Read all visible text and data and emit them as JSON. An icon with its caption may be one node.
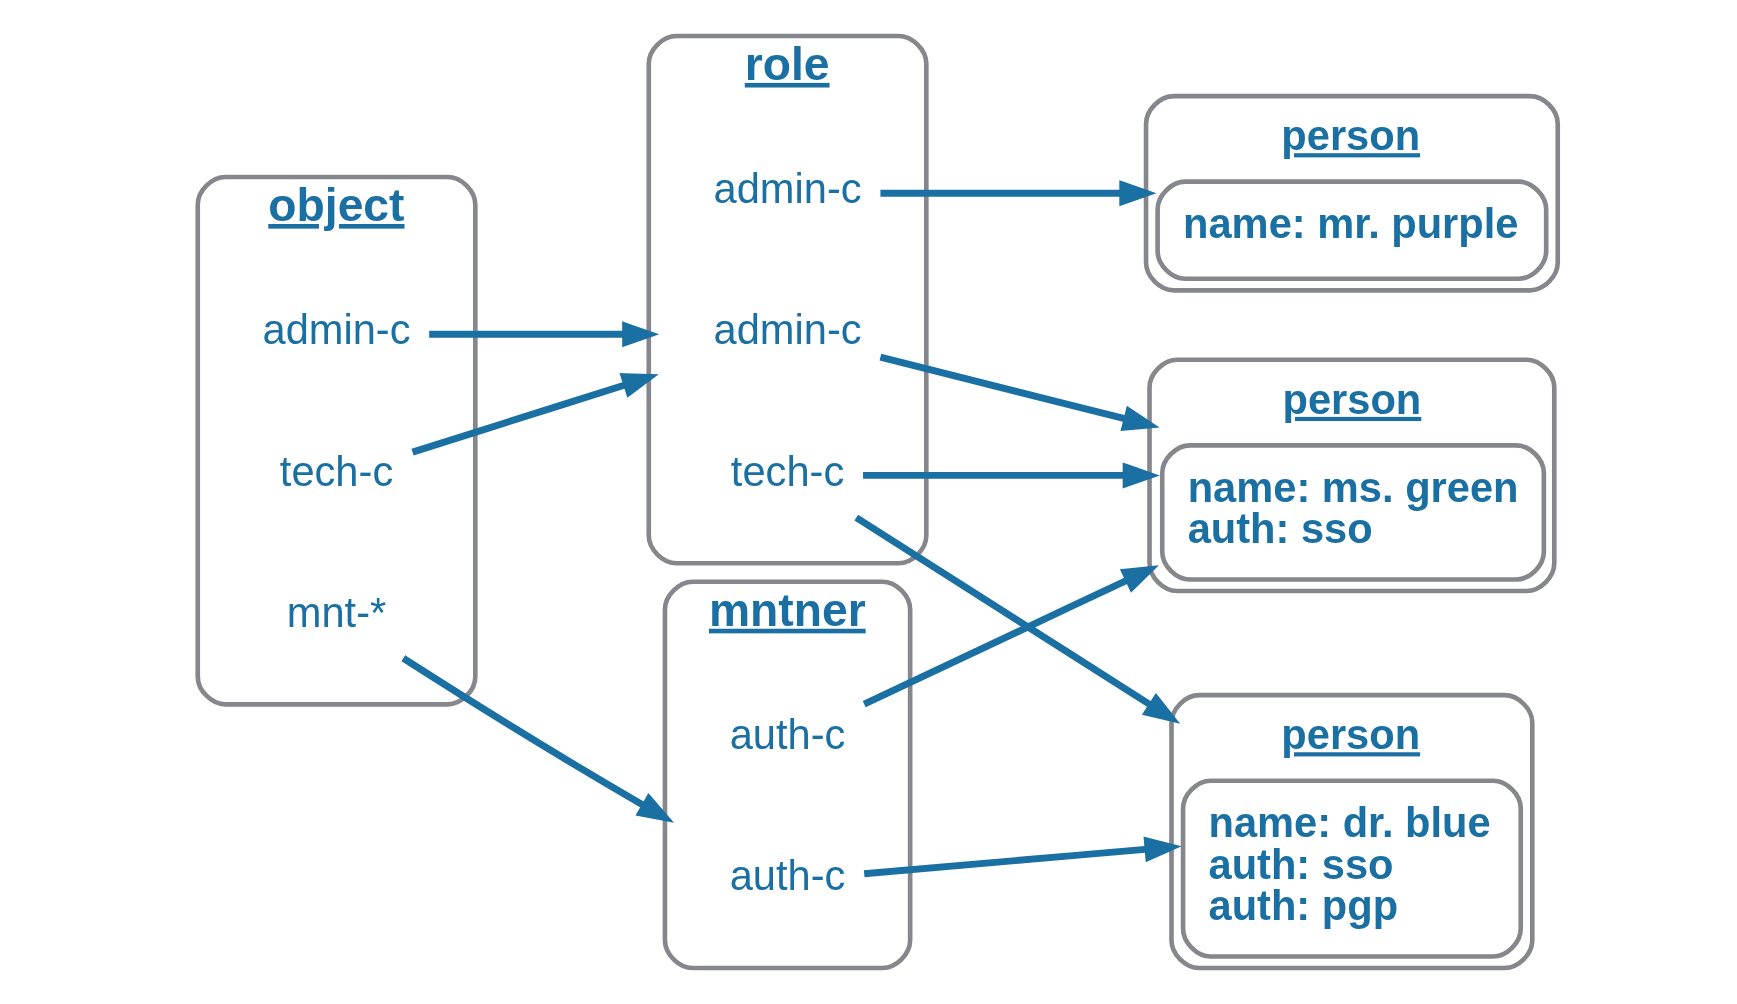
{
  "diagram": {
    "nodes": [
      {
        "text": [
          "object"
        ]
      },
      {
        "text": [
          "admin-c"
        ],
        "in": 0
      },
      {
        "text": [
          "tech-c"
        ],
        "in": 0
      },
      {
        "text": [
          "mnt-*"
        ],
        "in": 0
      },
      {
        "text": [
          "role"
        ]
      },
      {
        "text": [
          "admin-c"
        ],
        "in": 4
      },
      {
        "text": [
          "admin-c"
        ],
        "in": 4
      },
      {
        "text": [
          "tech-c"
        ],
        "in": 4
      },
      {
        "text": [
          "mntner"
        ]
      },
      {
        "text": [
          "auth-c"
        ],
        "in": 8
      },
      {
        "text": [
          "auth-c"
        ],
        "in": 8
      },
      {
        "text": [
          "person",
          "name: mr. purple"
        ]
      },
      {
        "text": [
          "person",
          "name: ms. green",
          "auth: sso"
        ]
      },
      {
        "text": [
          "person",
          "name: dr. blue",
          "auth: sso",
          "auth: pgp"
        ]
      }
    ],
    "edges": [
      {
        "from": 1,
        "to": 4,
        "arrow": "to"
      },
      {
        "from": 2,
        "to": 4,
        "arrow": "to"
      },
      {
        "from": 3,
        "to": 8,
        "arrow": "to"
      },
      {
        "from": 5,
        "to": 11,
        "arrow": "to"
      },
      {
        "from": 6,
        "to": 12,
        "arrow": "to"
      },
      {
        "from": 7,
        "to": 12,
        "arrow": "to"
      },
      {
        "from": 7,
        "to": 13,
        "arrow": "to"
      },
      {
        "from": 9,
        "to": 12,
        "arrow": "to"
      },
      {
        "from": 10,
        "to": 13,
        "arrow": "to"
      }
    ]
  }
}
